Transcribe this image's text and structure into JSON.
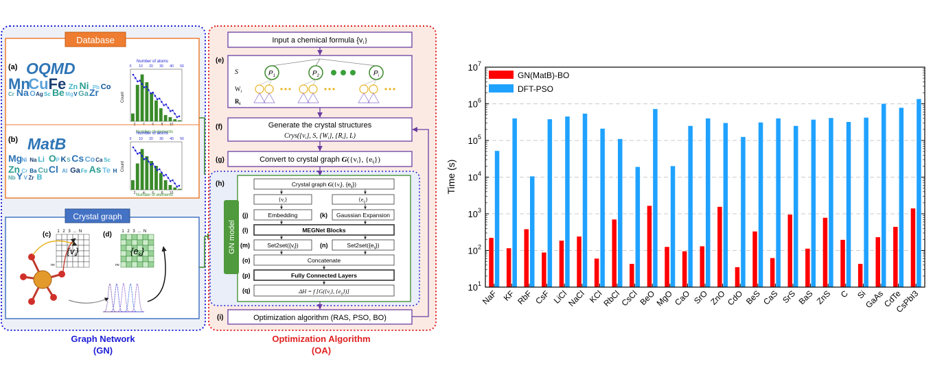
{
  "gn_panel": {
    "database_title": "Database",
    "oqmd_label": "(a)",
    "oqmd_name": "OQMD",
    "matb_label": "(b)",
    "matb_name": "MatB",
    "atoms_axis_title": "Number of atoms",
    "elements_axis_title": "Number of elements",
    "count_label": "Count",
    "atoms_ticks": [
      "0",
      "10",
      "20",
      "30",
      "40",
      "50"
    ],
    "elements_ticks": [
      "2",
      "4",
      "6",
      "8",
      "10"
    ],
    "oqmd_words": [
      "Mn",
      "Cu",
      "Fe",
      "Zn",
      "Ni",
      "Pb",
      "Co",
      "Cr",
      "Na",
      "O",
      "Ag",
      "Sc",
      "Be",
      "Mg",
      "V",
      "Ga",
      "Zr"
    ],
    "matb_words": [
      "Mg",
      "Ni",
      "Na",
      "Li",
      "O",
      "P",
      "K",
      "S",
      "Cs",
      "Co",
      "Ca",
      "Sc",
      "Zn",
      "Cr",
      "Ba",
      "Cu",
      "Cl",
      "Al",
      "Ga",
      "Fe",
      "As",
      "Te",
      "H",
      "Nb",
      "Y",
      "V",
      "Zr",
      "B"
    ],
    "crystal_graph_title": "Crystal graph",
    "c_label": "(c)",
    "d_label": "(d)",
    "matrix_cols": [
      "1",
      "2",
      "3",
      "...",
      "N"
    ],
    "matrix_v_text": "{v",
    "matrix_e_text": "{e",
    "nv_label": "nv",
    "caption_line1": "Graph Network",
    "caption_line2": "(GN)"
  },
  "oa_panel": {
    "input_box": "Input a chemical formula {v",
    "e_label": "(e)",
    "s_label": "S",
    "w_label": "W",
    "r_label": "R",
    "p_labels": [
      "P",
      "P",
      "P"
    ],
    "p_subs": [
      "1",
      "2",
      "i"
    ],
    "f_label": "(f)",
    "f_line1": "Generate the crystal structures",
    "f_line2": "Crys({v",
    "g_label": "(g)",
    "g_text": "Convert to crystal graph",
    "h_label": "(h)",
    "gn_model": "GN model",
    "h_top": "Crystal graph",
    "v_sub": "{v",
    "e_sub": "{e",
    "j_label": "(j)",
    "j_text": "Embedding",
    "k_label": "(k)",
    "k_text": "Gaussian Expansion",
    "l_label": "(l)",
    "l_text": "MEGNet Blocks",
    "m_label": "(m)",
    "m_text": "Set2set({v",
    "n_label": "(n)",
    "n_text": "Set2set({e",
    "o_label": "(o)",
    "o_text": "Concatenate",
    "p_label": "(p)",
    "p_text": "Fully Connected Layers",
    "q_label": "(q)",
    "q_text": "ΔH = f [G({v",
    "i_label": "(i)",
    "i_text": "Optimization algorithm (RAS, PSO, BO)",
    "caption_line1": "Optimization Algorithm",
    "caption_line2": "(OA)"
  },
  "colors": {
    "gn_border": "#1c1cd6",
    "oa_border": "#e01f1f",
    "oa_bg": "#fbeae4",
    "gn_bg": "#edf1f7",
    "purple": "#6a3da0",
    "green": "#3a8a2a",
    "database_orange": "#ee7d31",
    "crystal_blue": "#4472c4",
    "bar_red": "#ff0000",
    "bar_blue": "#1fa2ff"
  },
  "chart_data": {
    "type": "bar",
    "ylabel": "Time (s)",
    "yscale": "log",
    "ylim": [
      10,
      10000000
    ],
    "yticks": [
      "10",
      "10",
      "10",
      "10",
      "10",
      "10",
      "10"
    ],
    "ytick_exps": [
      "1",
      "2",
      "3",
      "4",
      "5",
      "6",
      "7"
    ],
    "categories": [
      "NaF",
      "KF",
      "RbF",
      "CsF",
      "LiCl",
      "NaCl",
      "KCl",
      "RbCl",
      "CsCl",
      "BeO",
      "MgO",
      "CaO",
      "SrO",
      "ZnO",
      "CdO",
      "BeS",
      "CaS",
      "SrS",
      "BaS",
      "ZnS",
      "C",
      "Si",
      "GaAs",
      "CdTe",
      "CsPbI3"
    ],
    "series": [
      {
        "name": "GN(MatB)-BO",
        "color": "#ff0000",
        "values": [
          220,
          115,
          380,
          88,
          185,
          240,
          60,
          700,
          43,
          1650,
          125,
          95,
          130,
          1550,
          35,
          330,
          62,
          950,
          112,
          780,
          195,
          43,
          230,
          440,
          1400
        ]
      },
      {
        "name": "DFT-PSO",
        "color": "#1fa2ff",
        "values": [
          52000,
          400000,
          10500,
          380000,
          450000,
          540000,
          210000,
          110000,
          19000,
          720000,
          20000,
          250000,
          400000,
          300000,
          125000,
          310000,
          400000,
          250000,
          370000,
          410000,
          320000,
          420000,
          1000000,
          780000,
          1350000
        ]
      }
    ],
    "legend_position": "top-left",
    "grid": "horizontal dashed"
  }
}
